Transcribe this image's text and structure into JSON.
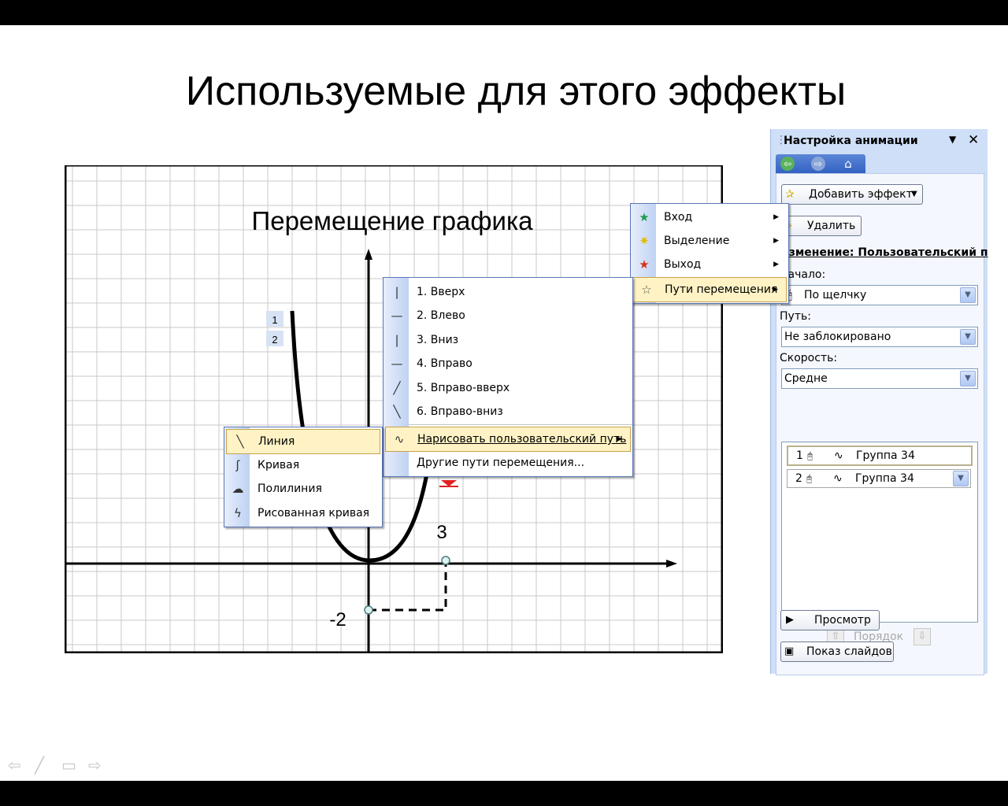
{
  "slide": {
    "title": "Используемые для этого эффекты"
  },
  "graph": {
    "heading": "Перемещение графика",
    "tag1": "1",
    "tag2": "2",
    "label_3": "3",
    "label_minus2": "-2"
  },
  "task_pane": {
    "title": "Настройка анимации",
    "add_effect": "Добавить эффект",
    "remove": "Удалить",
    "change_label": "Изменение: Пользовательский п",
    "start_label": "Начало:",
    "start_value": "По щелчку",
    "path_label": "Путь:",
    "path_value": "Не заблокировано",
    "speed_label": "Скорость:",
    "speed_value": "Средне",
    "effects": [
      {
        "number": "1",
        "name": "Группа 34"
      },
      {
        "number": "2",
        "name": "Группа 34"
      }
    ],
    "order_label": "Порядок",
    "preview": "Просмотр",
    "slideshow": "Показ слайдов"
  },
  "effect_menu": {
    "items": [
      "Вход",
      "Выделение",
      "Выход",
      "Пути перемещения"
    ]
  },
  "paths_menu": {
    "items": [
      "1. Вверх",
      "2. Влево",
      "3. Вниз",
      "4. Вправо",
      "5. Вправо-вверх",
      "6. Вправо-вниз"
    ],
    "custom": "Нарисовать пользовательский путь",
    "other": "Другие пути перемещения..."
  },
  "draw_menu": {
    "items": [
      "Линия",
      "Кривая",
      "Полилиния",
      "Рисованная кривая"
    ]
  },
  "colors": {
    "accent_blue": "#3362c2",
    "menu_highlight": "#fff3c5",
    "pane_bg": "#cfdff7"
  }
}
